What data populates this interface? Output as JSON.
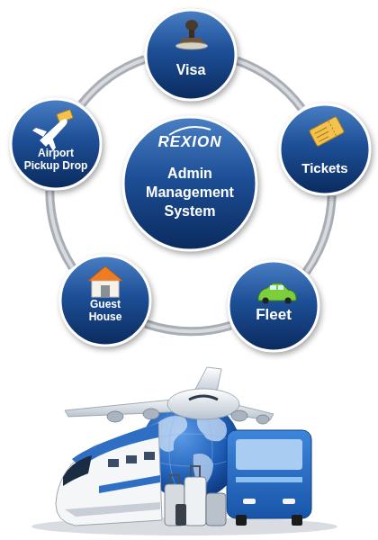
{
  "diagram": {
    "nodes": [
      {
        "text": [
          "Visa"
        ]
      },
      {
        "text": [
          "Tickets"
        ]
      },
      {
        "text": [
          "Fleet"
        ]
      },
      {
        "text": [
          "Guest House"
        ]
      },
      {
        "text": [
          "Airport Pickup Drop"
        ]
      },
      {
        "text": [
          "REXION",
          "Admin Management System"
        ]
      }
    ],
    "edges": [
      {
        "from": 0,
        "to": 1,
        "arrow": "none"
      },
      {
        "from": 1,
        "to": 2,
        "arrow": "none"
      },
      {
        "from": 2,
        "to": 3,
        "arrow": "none"
      },
      {
        "from": 3,
        "to": 4,
        "arrow": "none"
      },
      {
        "from": 4,
        "to": 0,
        "arrow": "none"
      }
    ]
  }
}
